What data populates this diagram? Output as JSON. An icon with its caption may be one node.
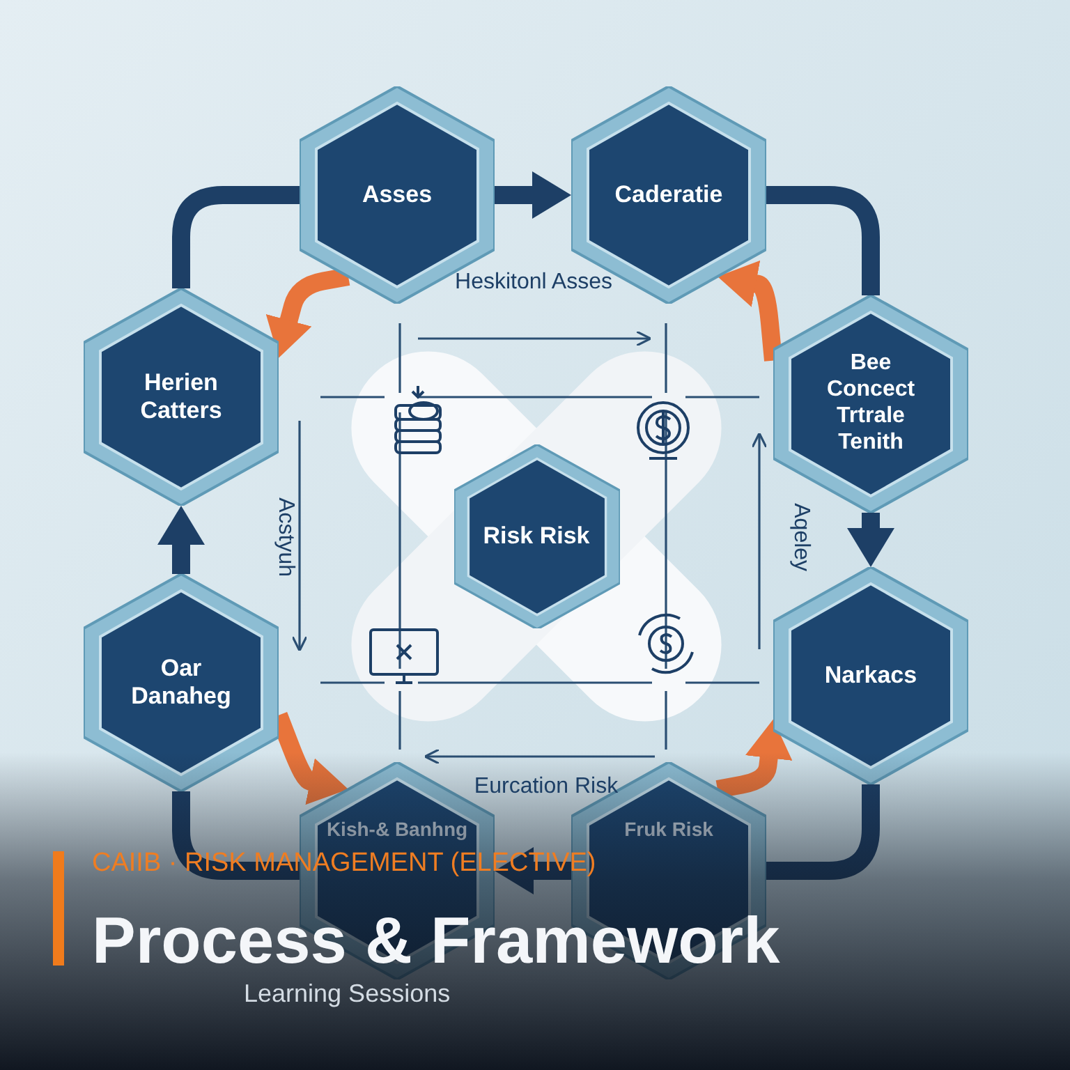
{
  "diagram": {
    "title": "Process & Framework",
    "nodes": [
      {
        "text": [
          "Asses"
        ]
      },
      {
        "text": [
          "Caderatie"
        ]
      },
      {
        "text": [
          "Herien Catters"
        ]
      },
      {
        "text": [
          "Bee Concect Trtrale Tenith"
        ]
      },
      {
        "text": [
          "Risk Risk"
        ]
      },
      {
        "text": [
          "Oar Danaheg"
        ]
      },
      {
        "text": [
          "Narkacs"
        ]
      },
      {
        "text": [
          "Kish-& Banhng"
        ]
      },
      {
        "text": [
          "Fruk Risk"
        ]
      }
    ],
    "edges": [
      {
        "from": 0,
        "to": 1,
        "arrow": "to"
      },
      {
        "from": 3,
        "to": 6,
        "arrow": "to"
      },
      {
        "from": 8,
        "to": 7,
        "arrow": "to"
      },
      {
        "from": 5,
        "to": 2,
        "arrow": "to"
      },
      {
        "from": 2,
        "to": 0,
        "arrow": "none"
      },
      {
        "from": 1,
        "to": 3,
        "arrow": "none"
      },
      {
        "from": 6,
        "to": 8,
        "arrow": "none"
      },
      {
        "from": 7,
        "to": 5,
        "arrow": "none"
      },
      {
        "from": 0,
        "to": 2,
        "arrow": "to",
        "color": "#e8743b"
      },
      {
        "from": 3,
        "to": 1,
        "arrow": "to",
        "color": "#e8743b"
      },
      {
        "from": 5,
        "to": 7,
        "arrow": "to",
        "color": "#e8743b"
      },
      {
        "from": 8,
        "to": 6,
        "arrow": "to",
        "color": "#e8743b"
      }
    ],
    "labels": [
      "Heskitonl Asses",
      "Acstyuh",
      "Aqeley",
      "Eurcation Risk",
      "CAIIB · RISK MANAGEMENT (ELECTIVE)",
      "Learning Sessions"
    ]
  }
}
